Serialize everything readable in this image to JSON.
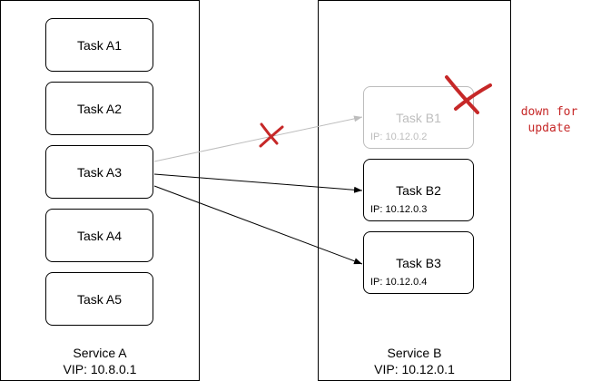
{
  "service_a": {
    "name": "Service A",
    "vip": "VIP: 10.8.0.1",
    "tasks": [
      "Task A1",
      "Task A2",
      "Task A3",
      "Task A4",
      "Task A5"
    ]
  },
  "service_b": {
    "name": "Service B",
    "vip": "VIP: 10.12.0.1",
    "tasks": [
      {
        "name": "Task B1",
        "ip": "IP: 10.12.0.2",
        "state": "down"
      },
      {
        "name": "Task B2",
        "ip": "IP: 10.12.0.3",
        "state": "up"
      },
      {
        "name": "Task B3",
        "ip": "IP: 10.12.0.4",
        "state": "up"
      }
    ]
  },
  "note": {
    "line1": "down for",
    "line2": "update"
  },
  "colors": {
    "active_arrow": "#000000",
    "inactive": "#bdbdbd",
    "mark": "#c62828"
  }
}
